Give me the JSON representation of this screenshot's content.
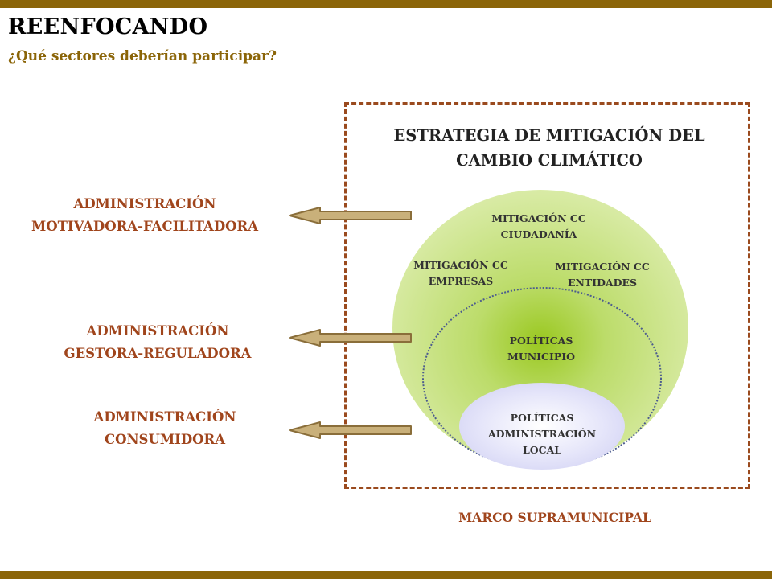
{
  "header": {
    "title": "REENFOCANDO",
    "subtitle": "¿Qué sectores deberían participar?"
  },
  "strategy": {
    "title_line1": "ESTRATEGIA DE MITIGACIÓN DEL",
    "title_line2": "CAMBIO CLIMÁTICO"
  },
  "circle_labels": {
    "ciudadania_l1": "MITIGACIÓN CC",
    "ciudadania_l2": "CIUDADANÍA",
    "empresas_l1": "MITIGACIÓN CC",
    "empresas_l2": "EMPRESAS",
    "entidades_l1": "MITIGACIÓN CC",
    "entidades_l2": "ENTIDADES",
    "municipio_l1": "POLÍTICAS",
    "municipio_l2": "MUNICIPIO",
    "local_l1": "POLÍTICAS",
    "local_l2": "ADMINISTRACIÓN",
    "local_l3": "LOCAL"
  },
  "admins": {
    "motivadora_l1": "ADMINISTRACIÓN",
    "motivadora_l2": "MOTIVADORA-FACILITADORA",
    "gestora_l1": "ADMINISTRACIÓN",
    "gestora_l2": "GESTORA-REGULADORA",
    "consumidora_l1": "ADMINISTRACIÓN",
    "consumidora_l2": "CONSUMIDORA"
  },
  "footer": {
    "marco": "MARCO SUPRAMUNICIPAL"
  },
  "colors": {
    "brown_bar": "#8B6508",
    "label_red": "#A0451C",
    "dashed_frame": "#9A4A1E",
    "green_outer": "#D4E89A",
    "green_center": "#9AC820",
    "lavender": "#DCDCF8",
    "arrow_fill": "#C9B07A"
  }
}
